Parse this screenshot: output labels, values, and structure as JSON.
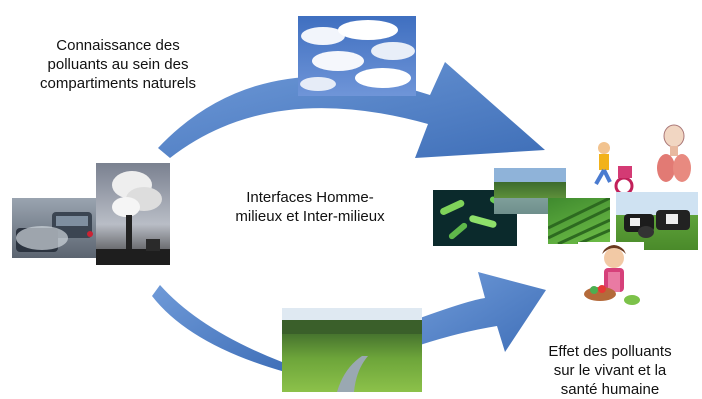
{
  "labels": {
    "top_left": "Connaissance des polluants au sein des compartiments naturels",
    "center": "Interfaces Homme-milieux et Inter-milieux",
    "bottom_right": "Effet des polluants sur le vivant et la santé humaine"
  },
  "photos": [
    "clouds-photo",
    "traffic-photo",
    "smokestack-photo",
    "river-meadow-photo",
    "bacteria-photo",
    "pond-photo",
    "crops-photo",
    "cyclist-photo",
    "anatomy-photo",
    "cows-photo",
    "salad-woman-photo"
  ],
  "colors": {
    "arrow": "#4f7fc9",
    "arrow_dark": "#3f6fb8"
  }
}
